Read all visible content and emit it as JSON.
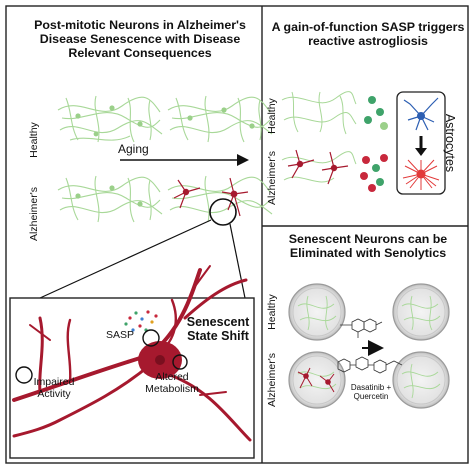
{
  "panel_main": {
    "title": "Post-mitotic Neurons in Alzheimer's Disease Senescence with Disease Relevant Consequences",
    "row_healthy": "Healthy",
    "row_alz": "Alzheimer's",
    "arrow_label": "Aging"
  },
  "inset": {
    "sasp": "SASP",
    "senescent_state_shift": "Senescent State Shift",
    "impaired_activity": "Impaired Activity",
    "altered_metabolism": "Altered Metabolism"
  },
  "panel_top_right": {
    "title": "A gain-of-function SASP triggers reactive astrogliosis",
    "row_healthy": "Healthy",
    "row_alz": "Alzheimer's",
    "box_label": "Astrocytes"
  },
  "panel_bottom_right": {
    "title": "Senescent Neurons can be Eliminated with Senolytics",
    "row_healthy": "Healthy",
    "row_alz": "Alzheimer's",
    "drug_label": "Dasatinib + Quercetin"
  },
  "colors": {
    "healthy_neuron": "#9bd08a",
    "senescent_neuron": "#a6192e",
    "astrocyte_resting": "#2d5fb3",
    "astrocyte_reactive": "#e23a3a",
    "sasp_green": "#3fa36a",
    "sasp_red": "#c8283c",
    "border": "#222222"
  }
}
